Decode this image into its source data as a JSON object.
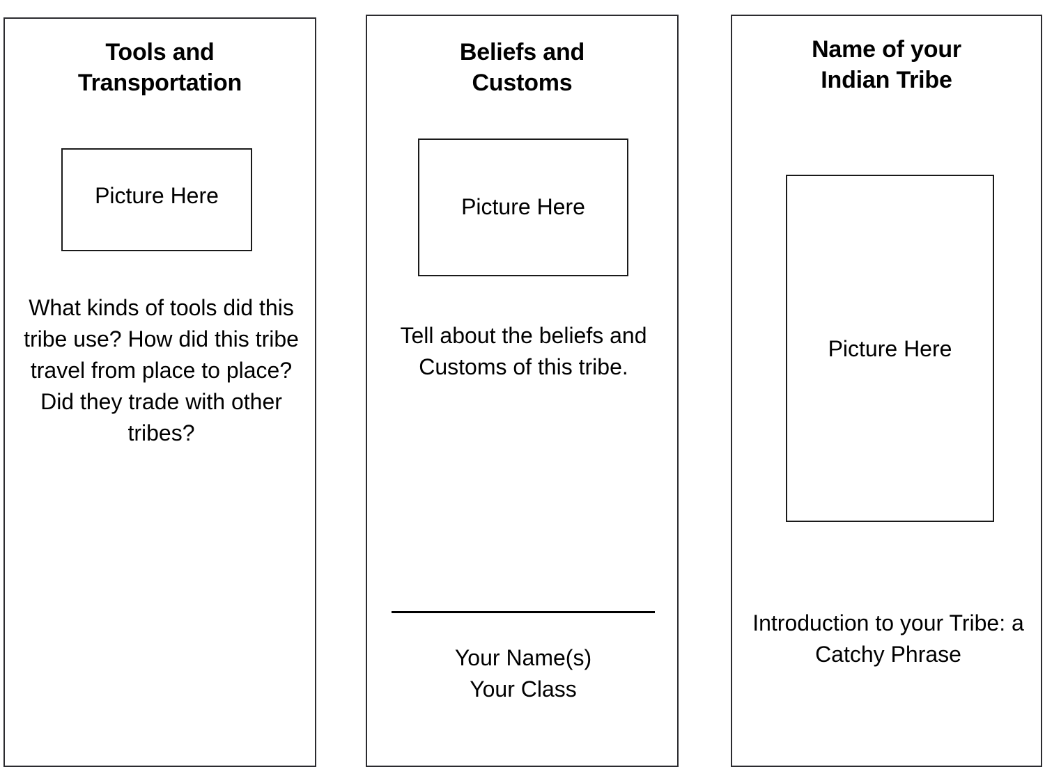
{
  "document": {
    "type": "tri-fold-brochure-template",
    "background_color": "#ffffff",
    "text_color": "#000000",
    "border_color": "#2b2b2f"
  },
  "panels": [
    {
      "id": "tools-and-transportation",
      "title": "Tools and\nTransportation",
      "picture_placeholder": "Picture Here",
      "body": "What kinds of tools did this tribe use? How did this tribe travel from place to place? Did they trade with other tribes?"
    },
    {
      "id": "beliefs-and-customs",
      "title": "Beliefs and\nCustoms",
      "picture_placeholder": "Picture Here",
      "body": "Tell about the beliefs and Customs of this tribe.",
      "signature": {
        "name_line": "Your Name(s)",
        "class_line": "Your Class",
        "combined": "Your Name(s)\nYour Class"
      }
    },
    {
      "id": "name-of-your-indian-tribe",
      "title": "Name of your\nIndian Tribe",
      "picture_placeholder": "Picture Here",
      "body": "Introduction to your Tribe: a Catchy Phrase"
    }
  ]
}
